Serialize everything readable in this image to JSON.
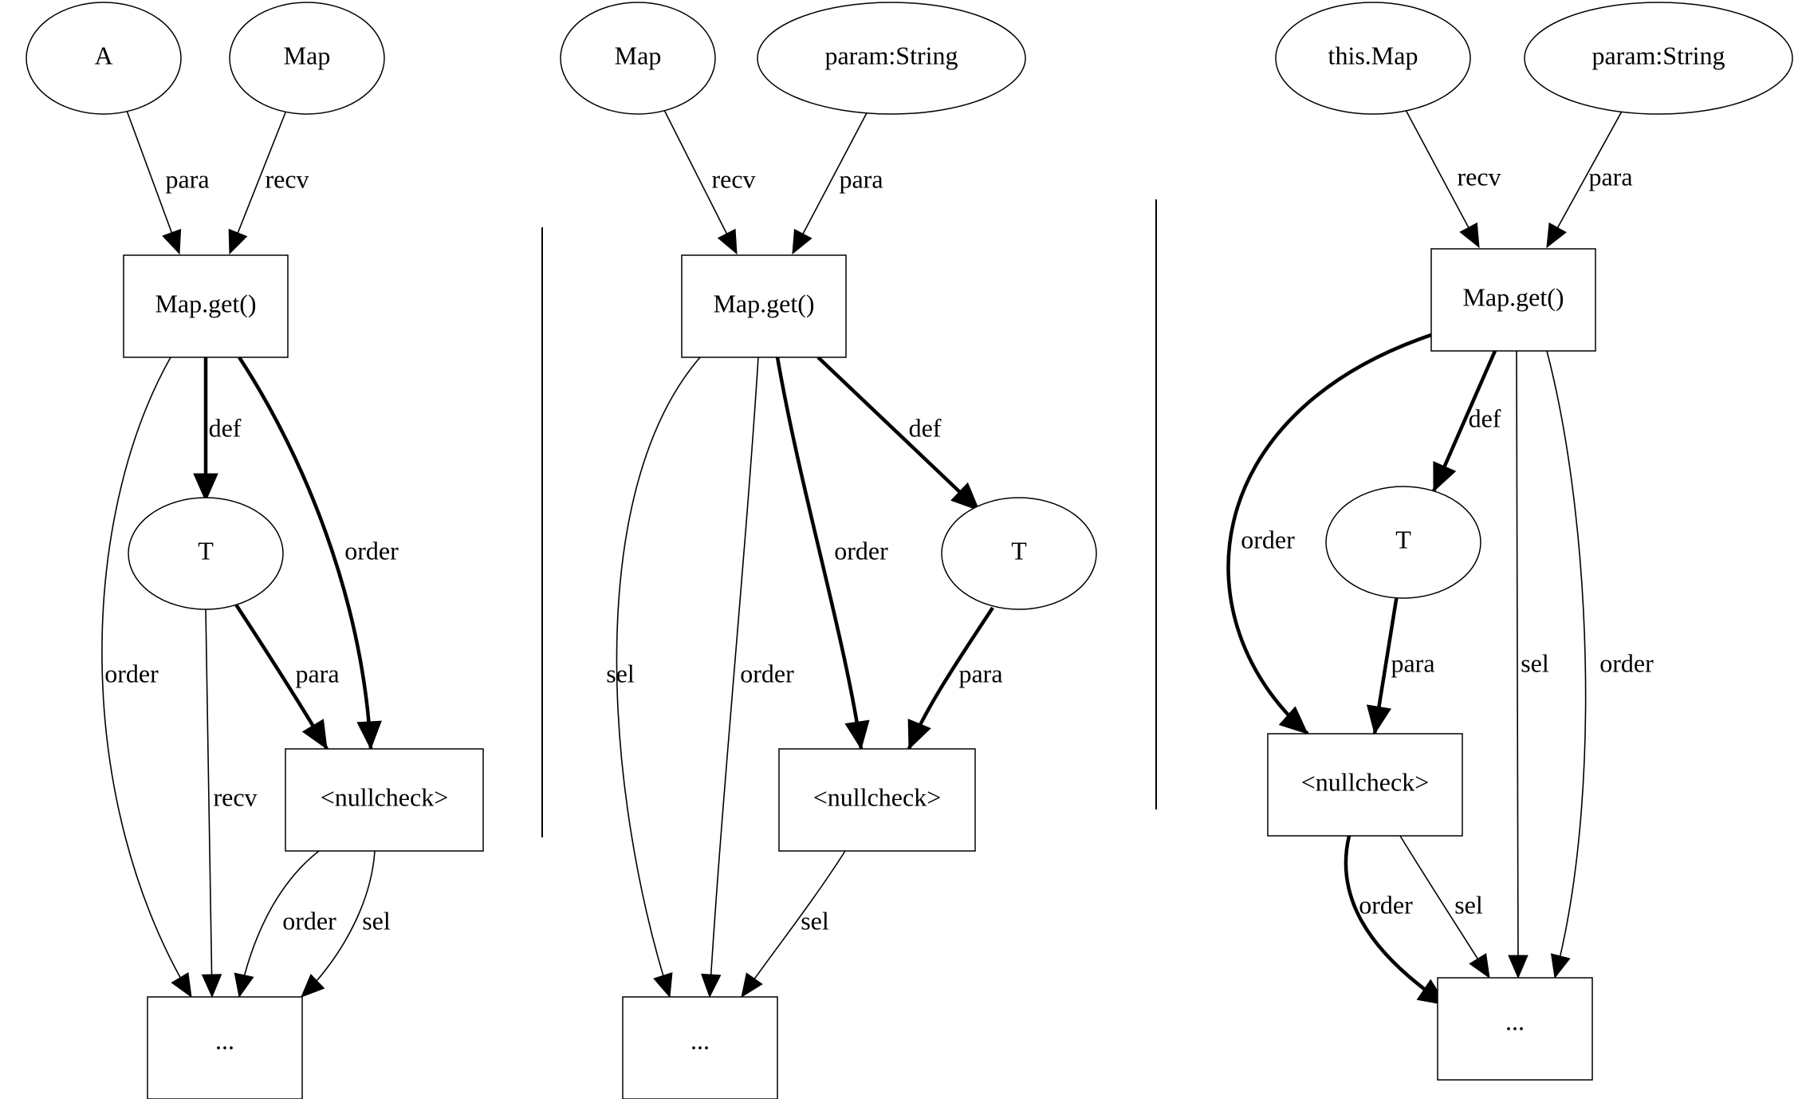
{
  "graphs": [
    {
      "nodes": {
        "n_a": {
          "label": "A",
          "shape": "ellipse"
        },
        "n_map": {
          "label": "Map",
          "shape": "ellipse"
        },
        "n_get": {
          "label": "Map.get()",
          "shape": "box"
        },
        "n_t": {
          "label": "T",
          "shape": "ellipse"
        },
        "n_null": {
          "label": "<nullcheck>",
          "shape": "box"
        },
        "n_end": {
          "label": "...",
          "shape": "box"
        }
      },
      "edges": [
        {
          "from": "n_a",
          "to": "n_get",
          "label": "para",
          "bold": false
        },
        {
          "from": "n_map",
          "to": "n_get",
          "label": "recv",
          "bold": false
        },
        {
          "from": "n_get",
          "to": "n_t",
          "label": "def",
          "bold": true
        },
        {
          "from": "n_get",
          "to": "n_null",
          "label": "order",
          "bold": true
        },
        {
          "from": "n_get",
          "to": "n_end",
          "label": "order",
          "bold": false
        },
        {
          "from": "n_t",
          "to": "n_null",
          "label": "para",
          "bold": true
        },
        {
          "from": "n_t",
          "to": "n_end",
          "label": "recv",
          "bold": false
        },
        {
          "from": "n_null",
          "to": "n_end",
          "label": "order",
          "bold": false
        },
        {
          "from": "n_null",
          "to": "n_end",
          "label": "sel",
          "bold": false
        }
      ]
    },
    {
      "nodes": {
        "n_map": {
          "label": "Map",
          "shape": "ellipse"
        },
        "n_param": {
          "label": "param:String",
          "shape": "ellipse"
        },
        "n_get": {
          "label": "Map.get()",
          "shape": "box"
        },
        "n_t": {
          "label": "T",
          "shape": "ellipse"
        },
        "n_null": {
          "label": "<nullcheck>",
          "shape": "box"
        },
        "n_end": {
          "label": "...",
          "shape": "box"
        }
      },
      "edges": [
        {
          "from": "n_map",
          "to": "n_get",
          "label": "recv",
          "bold": false
        },
        {
          "from": "n_param",
          "to": "n_get",
          "label": "para",
          "bold": false
        },
        {
          "from": "n_get",
          "to": "n_t",
          "label": "def",
          "bold": true
        },
        {
          "from": "n_get",
          "to": "n_null",
          "label": "order",
          "bold": true
        },
        {
          "from": "n_get",
          "to": "n_end",
          "label": "sel",
          "bold": false
        },
        {
          "from": "n_get",
          "to": "n_end",
          "label": "order",
          "bold": false
        },
        {
          "from": "n_t",
          "to": "n_null",
          "label": "para",
          "bold": true
        },
        {
          "from": "n_null",
          "to": "n_end",
          "label": "sel",
          "bold": false
        }
      ]
    },
    {
      "nodes": {
        "n_thismap": {
          "label": "this.Map",
          "shape": "ellipse"
        },
        "n_param": {
          "label": "param:String",
          "shape": "ellipse"
        },
        "n_get": {
          "label": "Map.get()",
          "shape": "box"
        },
        "n_t": {
          "label": "T",
          "shape": "ellipse"
        },
        "n_null": {
          "label": "<nullcheck>",
          "shape": "box"
        },
        "n_end": {
          "label": "...",
          "shape": "box"
        }
      },
      "edges": [
        {
          "from": "n_thismap",
          "to": "n_get",
          "label": "recv",
          "bold": false
        },
        {
          "from": "n_param",
          "to": "n_get",
          "label": "para",
          "bold": false
        },
        {
          "from": "n_get",
          "to": "n_t",
          "label": "def",
          "bold": true
        },
        {
          "from": "n_get",
          "to": "n_null",
          "label": "order",
          "bold": true
        },
        {
          "from": "n_get",
          "to": "n_end",
          "label": "sel",
          "bold": false
        },
        {
          "from": "n_get",
          "to": "n_end",
          "label": "order",
          "bold": false
        },
        {
          "from": "n_t",
          "to": "n_null",
          "label": "para",
          "bold": true
        },
        {
          "from": "n_null",
          "to": "n_end",
          "label": "order",
          "bold": true
        },
        {
          "from": "n_null",
          "to": "n_end",
          "label": "sel",
          "bold": false
        }
      ]
    }
  ]
}
